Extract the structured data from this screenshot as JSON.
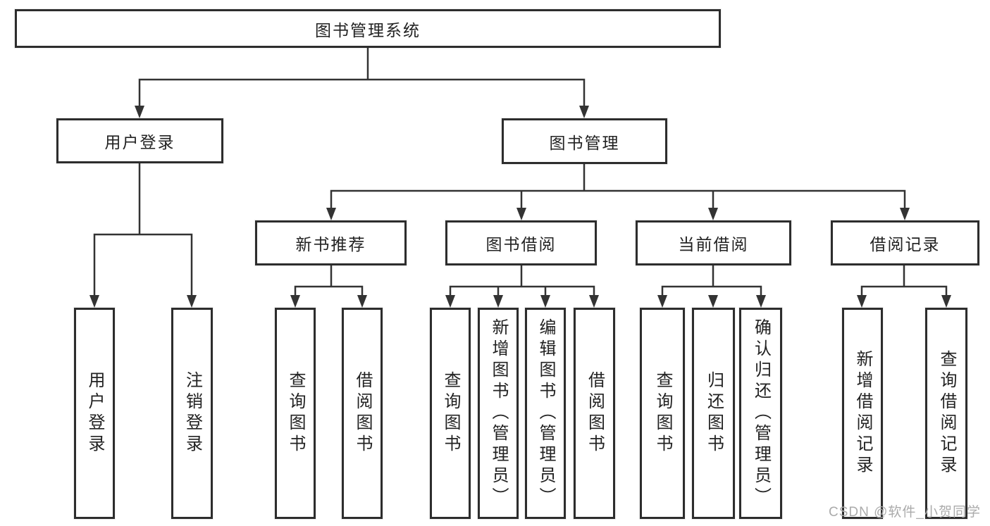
{
  "diagram": {
    "title_node": "图书管理系统",
    "tree": {
      "root": "图书管理系统",
      "branches": [
        {
          "label": "用户登录",
          "leaves": [
            "用户登录",
            "注销登录"
          ]
        },
        {
          "label": "图书管理",
          "sub_branches": [
            {
              "label": "新书推荐",
              "leaves": [
                "查询图书",
                "借阅图书"
              ]
            },
            {
              "label": "图书借阅",
              "leaves": [
                "查询图书",
                "新增图书（管理员）",
                "编辑图书（管理员）",
                "借阅图书"
              ]
            },
            {
              "label": "当前借阅",
              "leaves": [
                "查询图书",
                "归还图书",
                "确认归还（管理员）"
              ]
            },
            {
              "label": "借阅记录",
              "leaves": [
                "新增借阅记录",
                "查询借阅记录"
              ]
            }
          ]
        }
      ]
    },
    "colors": {
      "line": "#333333",
      "box_border": "#2d2d2d",
      "text": "#222222",
      "background": "#ffffff",
      "watermark": "#ababab"
    },
    "watermark": {
      "text": "CSDN @软件_小贺同学"
    }
  }
}
